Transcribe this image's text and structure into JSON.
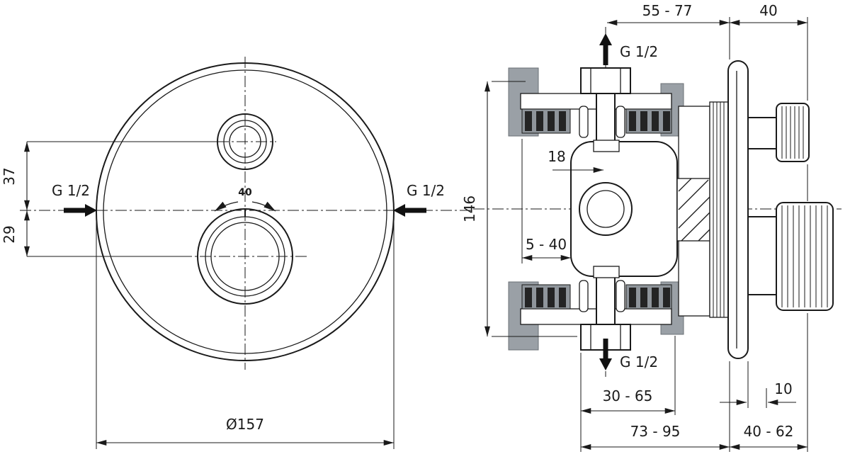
{
  "front": {
    "dim_37": "37",
    "dim_29": "29",
    "g_left": "G 1/2",
    "g_right": "G 1/2",
    "dial_mark": "40",
    "dim_diameter": "Ø157"
  },
  "side": {
    "dim_top_span": "55 - 77",
    "dim_top_depth": "40",
    "g_top": "G 1/2",
    "dim_18": "18",
    "dim_height": "146",
    "dim_wall": "5 - 40",
    "g_bottom": "G 1/2",
    "dim_30_65": "30 - 65",
    "dim_10": "10",
    "dim_73_95": "73 - 95",
    "dim_40_62": "40 - 62"
  },
  "colors": {
    "line": "#1a1a1a",
    "wall_section": "#9aa0a6"
  }
}
